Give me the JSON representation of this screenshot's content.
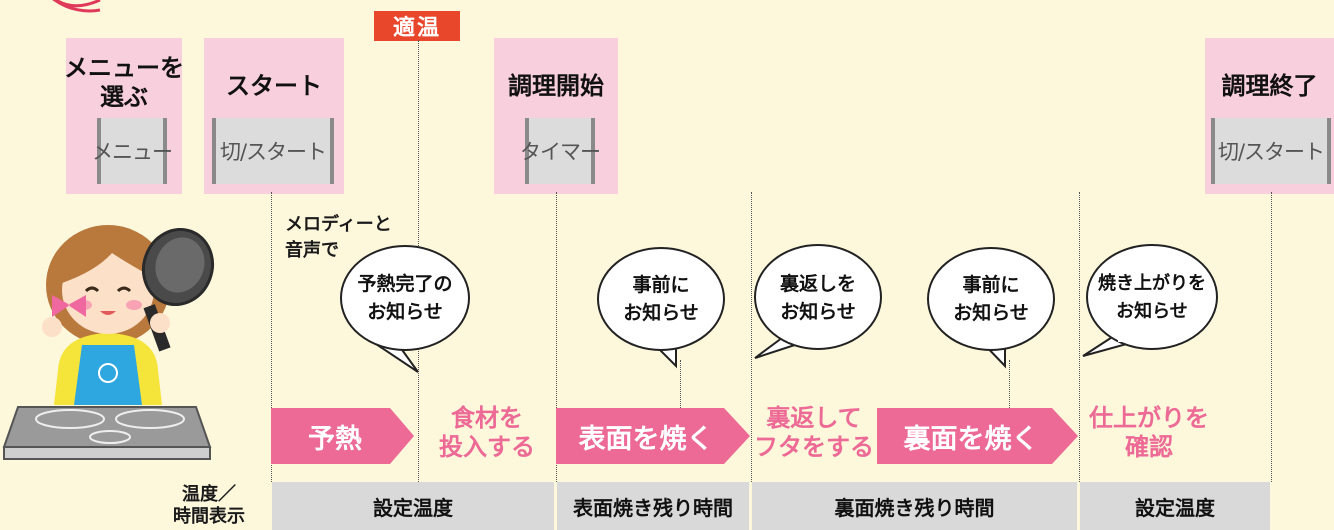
{
  "header": {
    "proper_temp_badge": "適温"
  },
  "steps": [
    {
      "title": "メニューを\n選ぶ",
      "button": "メニュー"
    },
    {
      "title": "スタート",
      "button": "切/スタート"
    },
    {
      "title": "調理開始",
      "button": "タイマー"
    },
    {
      "title": "調理終了",
      "button": "切/スタート"
    }
  ],
  "melody_note": "メロディーと\n音声で",
  "bubbles": [
    "予熱完了の\nお知らせ",
    "事前に\nお知らせ",
    "裏返しを\nお知らせ",
    "事前に\nお知らせ",
    "焼き上がりを\nお知らせ"
  ],
  "phases": [
    {
      "label": "予熱",
      "style": "arrow"
    },
    {
      "label": "食材を\n投入する",
      "style": "text"
    },
    {
      "label": "表面を焼く",
      "style": "arrow"
    },
    {
      "label": "裏返して\nフタをする",
      "style": "text"
    },
    {
      "label": "裏面を焼く",
      "style": "arrow"
    },
    {
      "label": "仕上がりを\n確認",
      "style": "text"
    }
  ],
  "display_row": {
    "label": "温度／\n時間表示",
    "segments": [
      "設定温度",
      "表面焼き残り時間",
      "裏面焼き残り時間",
      "設定温度"
    ]
  },
  "colors": {
    "background": "#fdf7dc",
    "step_highlight": "#f8cfdc",
    "accent_pink": "#ec6a95",
    "badge_red": "#e8472b",
    "display_bar": "#d9d9d9"
  }
}
